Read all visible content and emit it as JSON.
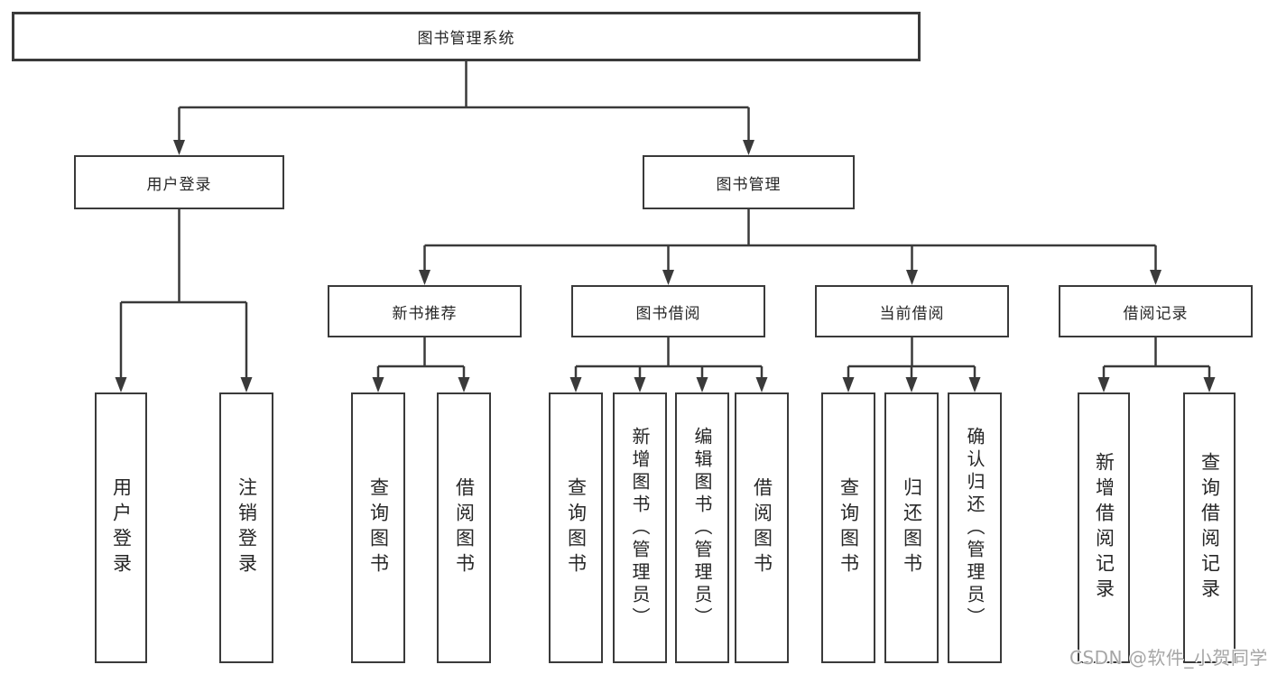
{
  "diagram": {
    "root": {
      "label": "图书管理系统"
    },
    "level2": [
      {
        "id": "user-login",
        "label": "用户登录"
      },
      {
        "id": "book-management",
        "label": "图书管理"
      }
    ],
    "level3": [
      {
        "id": "new-book-recommend",
        "label": "新书推荐"
      },
      {
        "id": "book-borrowing",
        "label": "图书借阅"
      },
      {
        "id": "current-borrowing",
        "label": "当前借阅"
      },
      {
        "id": "borrowing-records",
        "label": "借阅记录"
      }
    ],
    "leaves_user_login": [
      {
        "label": "用户登录"
      },
      {
        "label": "注销登录"
      }
    ],
    "leaves_new_book_recommend": [
      {
        "label": "查询图书"
      },
      {
        "label": "借阅图书"
      }
    ],
    "leaves_book_borrowing": [
      {
        "label": "查询图书"
      },
      {
        "label": "新增图书（管理员）"
      },
      {
        "label": "编辑图书（管理员）"
      },
      {
        "label": "借阅图书"
      }
    ],
    "leaves_current_borrowing": [
      {
        "label": "查询图书"
      },
      {
        "label": "归还图书"
      },
      {
        "label": "确认归还（管理员）"
      }
    ],
    "leaves_borrowing_records": [
      {
        "label": "新增借阅记录"
      },
      {
        "label": "查询借阅记录"
      }
    ]
  },
  "watermark": "CSDN @软件_小贺同学",
  "colors": {
    "line": "#3a3a3a",
    "text": "#262626",
    "background": "#ffffff",
    "watermark": "#a6a6a6"
  }
}
